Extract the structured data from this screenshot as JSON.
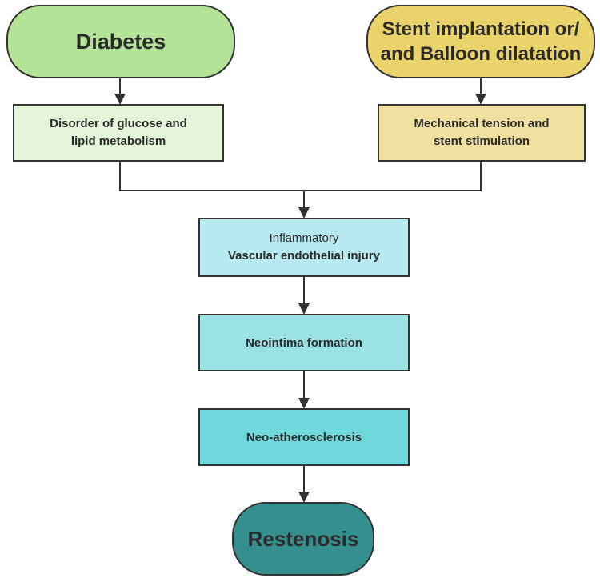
{
  "colors": {
    "diabetes": "#b2e397",
    "stent": "#ebd36c",
    "glucose": "#e5f5da",
    "tension": "#f0e1a0",
    "inflammatory": "#b7eaf0",
    "neointima": "#9be2e5",
    "neoatherosclerosis": "#6ed8dc",
    "restenosis": "#368f8f",
    "line": "#333333"
  },
  "nodes": {
    "diabetes": {
      "label": "Diabetes"
    },
    "stent": {
      "line1": "Stent implantation or/",
      "line2": "and Balloon dilatation"
    },
    "glucose": {
      "line1": "Disorder of glucose and",
      "line2": "lipid metabolism"
    },
    "tension": {
      "line1": "Mechanical tension and",
      "line2": "stent stimulation"
    },
    "inflammatory": {
      "line1": "Inflammatory",
      "line2": "Vascular endothelial injury"
    },
    "neointima": {
      "label": "Neointima formation"
    },
    "neoatherosclerosis": {
      "label": "Neo-atherosclerosis"
    },
    "restenosis": {
      "label": "Restenosis"
    }
  }
}
